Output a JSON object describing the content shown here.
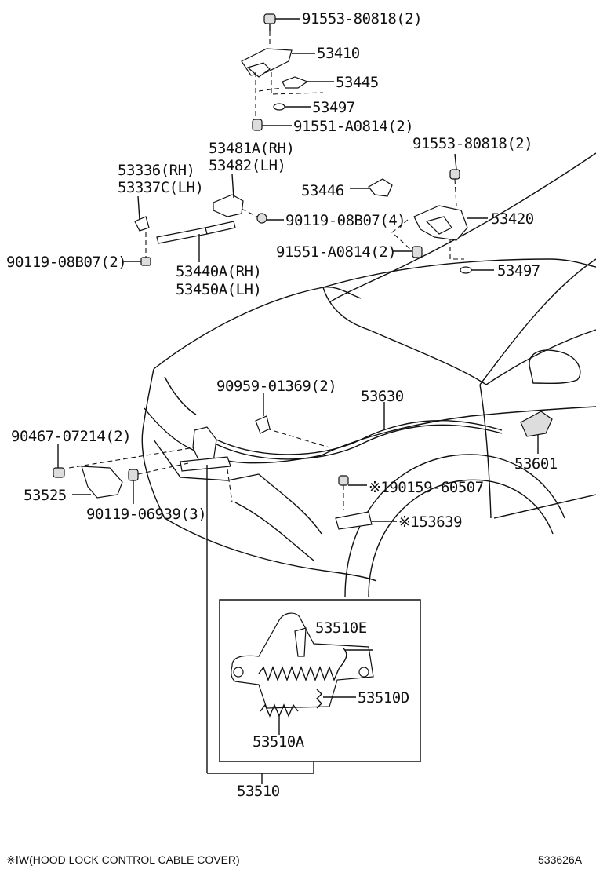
{
  "labels": [
    {
      "id": "91553-80818-top",
      "text": "91553-80818(2)"
    },
    {
      "id": "53410",
      "text": "53410"
    },
    {
      "id": "53445",
      "text": "53445"
    },
    {
      "id": "53497-top",
      "text": "53497"
    },
    {
      "id": "91551-A0814-top",
      "text": "91551-A0814(2)"
    },
    {
      "id": "53481A",
      "text": "53481A(RH)"
    },
    {
      "id": "53482",
      "text": "53482(LH)"
    },
    {
      "id": "53336",
      "text": "53336(RH)"
    },
    {
      "id": "53337C",
      "text": "53337C(LH)"
    },
    {
      "id": "91553-80818-right",
      "text": "91553-80818(2)"
    },
    {
      "id": "53446",
      "text": "53446"
    },
    {
      "id": "53420",
      "text": "53420"
    },
    {
      "id": "90119-08B07-4",
      "text": "90119-08B07(4)"
    },
    {
      "id": "91551-A0814-right",
      "text": "91551-A0814(2)"
    },
    {
      "id": "90119-08B07-2",
      "text": "90119-08B07(2)"
    },
    {
      "id": "53497-right",
      "text": "53497"
    },
    {
      "id": "53440A",
      "text": "53440A(RH)"
    },
    {
      "id": "53450A",
      "text": "53450A(LH)"
    },
    {
      "id": "90959-01369",
      "text": "90959-01369(2)"
    },
    {
      "id": "53630",
      "text": "53630"
    },
    {
      "id": "90467-07214",
      "text": "90467-07214(2)"
    },
    {
      "id": "53601",
      "text": "53601"
    },
    {
      "id": "90159-60507",
      "text": "※190159-60507"
    },
    {
      "id": "53525",
      "text": "53525"
    },
    {
      "id": "90119-06939",
      "text": "90119-06939(3)"
    },
    {
      "id": "53639",
      "text": "※153639"
    },
    {
      "id": "53510E",
      "text": "53510E"
    },
    {
      "id": "53510D",
      "text": "53510D"
    },
    {
      "id": "53510A",
      "text": "53510A"
    },
    {
      "id": "53510",
      "text": "53510"
    }
  ],
  "footer": {
    "note": "※ⅠW(HOOD LOCK CONTROL CABLE COVER)",
    "diagram_code": "533626A"
  }
}
